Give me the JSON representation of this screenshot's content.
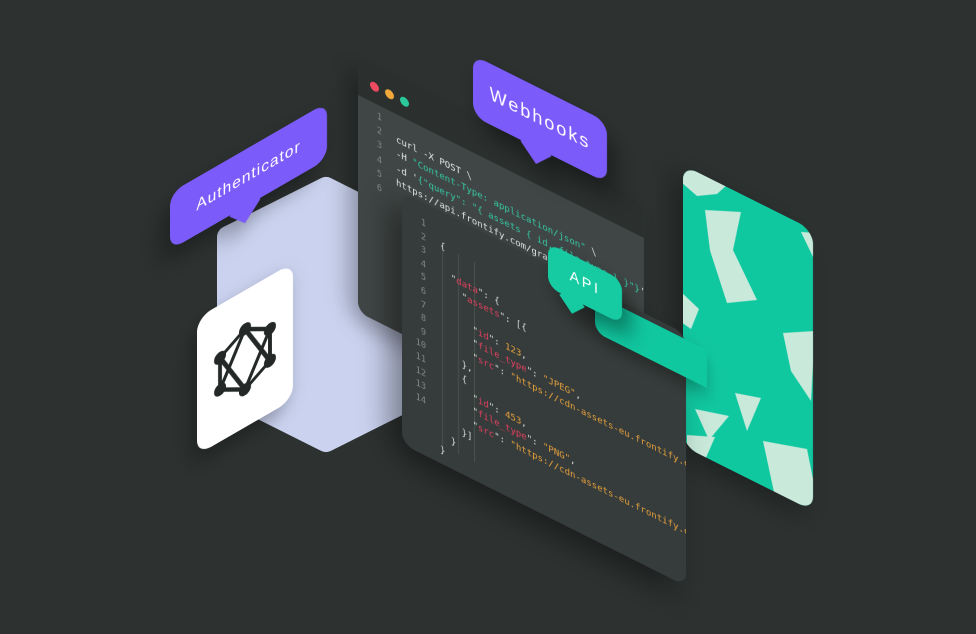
{
  "colors": {
    "bg": "#2d3231",
    "win-back": "#404645",
    "win-title": "#2b302f",
    "win-front": "#363c3b",
    "gutter": "#828988",
    "guide": "#4a514f",
    "plain": "#e6ebe9",
    "string": "#35c9a4",
    "key": "#e5405f",
    "value": "#e8a23c",
    "punct": "#d9dedc",
    "purple": "#7b5bf9",
    "teal": "#10c8a0",
    "mint": "#c9e9db",
    "api-teal": "#16cba2",
    "lavender": "#cad2ef",
    "logo-dark": "#242928"
  },
  "bubbles": {
    "authenticator": {
      "label": "Authenticator",
      "color": "#7b5bf9"
    },
    "webhooks": {
      "label": "Webhooks",
      "color": "#7b5bf9"
    },
    "api": {
      "label": "API",
      "color": "#16cba2"
    }
  },
  "terminal_window": {
    "traffic_lights": [
      {
        "name": "close",
        "color": "#ee4a60"
      },
      {
        "name": "minimize",
        "color": "#f2a83b"
      },
      {
        "name": "zoom",
        "color": "#2bc89c"
      }
    ],
    "lines": [
      {
        "n": "1",
        "tokens": []
      },
      {
        "n": "2",
        "tokens": [
          {
            "c": "plain",
            "t": "curl -X POST \\"
          }
        ]
      },
      {
        "n": "3",
        "tokens": [
          {
            "c": "plain",
            "t": "-H "
          },
          {
            "c": "string",
            "t": "\"Content-Type: application/json\""
          },
          {
            "c": "plain",
            "t": " \\"
          }
        ]
      },
      {
        "n": "4",
        "tokens": [
          {
            "c": "plain",
            "t": "-d '"
          },
          {
            "c": "string",
            "t": "{\"query\": \"{ assets { id, file_type } }\"}"
          },
          {
            "c": "plain",
            "t": "' \\"
          }
        ]
      },
      {
        "n": "5",
        "tokens": [
          {
            "c": "plain",
            "t": "https://api.frontify.com/graphql"
          }
        ]
      },
      {
        "n": "6",
        "tokens": []
      }
    ]
  },
  "response_window": {
    "lines": [
      {
        "n": "1",
        "tokens": []
      },
      {
        "n": "2",
        "tokens": [
          {
            "c": "punct",
            "t": "{"
          }
        ]
      },
      {
        "n": "3",
        "tokens": []
      },
      {
        "n": "4",
        "tokens": [
          {
            "c": "punct",
            "t": "  \""
          },
          {
            "c": "key",
            "t": "data"
          },
          {
            "c": "punct",
            "t": "\": {"
          }
        ]
      },
      {
        "n": "5",
        "tokens": [
          {
            "c": "punct",
            "t": "    \""
          },
          {
            "c": "key",
            "t": "assets"
          },
          {
            "c": "punct",
            "t": "\": [{"
          }
        ]
      },
      {
        "n": "6",
        "tokens": []
      },
      {
        "n": "7",
        "tokens": [
          {
            "c": "punct",
            "t": "      \""
          },
          {
            "c": "key",
            "t": "id"
          },
          {
            "c": "punct",
            "t": "\": "
          },
          {
            "c": "value",
            "t": "123"
          },
          {
            "c": "punct",
            "t": ","
          }
        ]
      },
      {
        "n": "8",
        "tokens": [
          {
            "c": "punct",
            "t": "      \""
          },
          {
            "c": "key",
            "t": "file_type"
          },
          {
            "c": "punct",
            "t": "\": "
          },
          {
            "c": "value",
            "t": "\"JPEG\""
          },
          {
            "c": "punct",
            "t": ","
          }
        ]
      },
      {
        "n": "9",
        "tokens": [
          {
            "c": "punct",
            "t": "      \""
          },
          {
            "c": "key",
            "t": "src"
          },
          {
            "c": "punct",
            "t": "\": "
          },
          {
            "c": "value",
            "t": "\"https://cdn-assets-eu.frontify.com/assets\""
          }
        ]
      },
      {
        "n": "10",
        "tokens": [
          {
            "c": "punct",
            "t": "    },"
          }
        ]
      },
      {
        "n": "11",
        "tokens": [
          {
            "c": "punct",
            "t": "    {"
          }
        ]
      },
      {
        "n": "12",
        "tokens": [
          {
            "c": "punct",
            "t": "      \""
          },
          {
            "c": "key",
            "t": "id"
          },
          {
            "c": "punct",
            "t": "\": "
          },
          {
            "c": "value",
            "t": "453"
          },
          {
            "c": "punct",
            "t": ","
          }
        ]
      },
      {
        "n": "13",
        "tokens": [
          {
            "c": "punct",
            "t": "      \""
          },
          {
            "c": "key",
            "t": "file_type"
          },
          {
            "c": "punct",
            "t": "\": "
          },
          {
            "c": "value",
            "t": "\"PNG\""
          },
          {
            "c": "punct",
            "t": ","
          }
        ]
      },
      {
        "n": "14",
        "tokens": [
          {
            "c": "punct",
            "t": "      \""
          },
          {
            "c": "key",
            "t": "src"
          },
          {
            "c": "punct",
            "t": "\": "
          },
          {
            "c": "value",
            "t": "\"https://cdn-assets-eu.frontify.com/assets\""
          }
        ]
      },
      {
        "n": "",
        "tokens": [
          {
            "c": "punct",
            "t": "    }]"
          }
        ]
      },
      {
        "n": "",
        "tokens": [
          {
            "c": "punct",
            "t": "  }"
          }
        ]
      },
      {
        "n": "",
        "tokens": [
          {
            "c": "punct",
            "t": "}"
          }
        ]
      }
    ]
  },
  "graphql_card": {
    "icon": "graphql-logo"
  }
}
